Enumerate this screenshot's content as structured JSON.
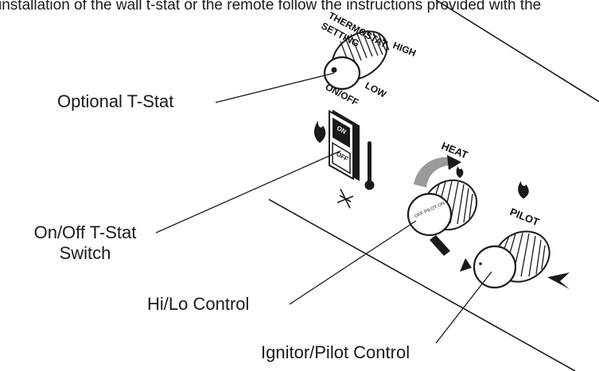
{
  "header_text": "installation of the wall t-stat or the remote follow the instructions provided with the",
  "callouts": {
    "optional_tstat": "Optional T-Stat",
    "onoff_switch_line1": "On/Off T-Stat",
    "onoff_switch_line2": "Switch",
    "hilo_control": "Hi/Lo Control",
    "ignitor_pilot": "Ignitor/Pilot Control"
  },
  "panel_labels": {
    "thermostat_setting_1": "THERMOSTAT",
    "thermostat_setting_2": "SETTING",
    "high": "HIGH",
    "low": "LOW",
    "on_off": "ON/OFF",
    "switch_on": "ON",
    "switch_off": "OFF",
    "heat": "HEAT",
    "pilot": "PILOT",
    "knob_marks": "OFF PILOT ON"
  },
  "colors": {
    "line": "#1a1a1a",
    "heat_arc": "#9a9a9a"
  }
}
